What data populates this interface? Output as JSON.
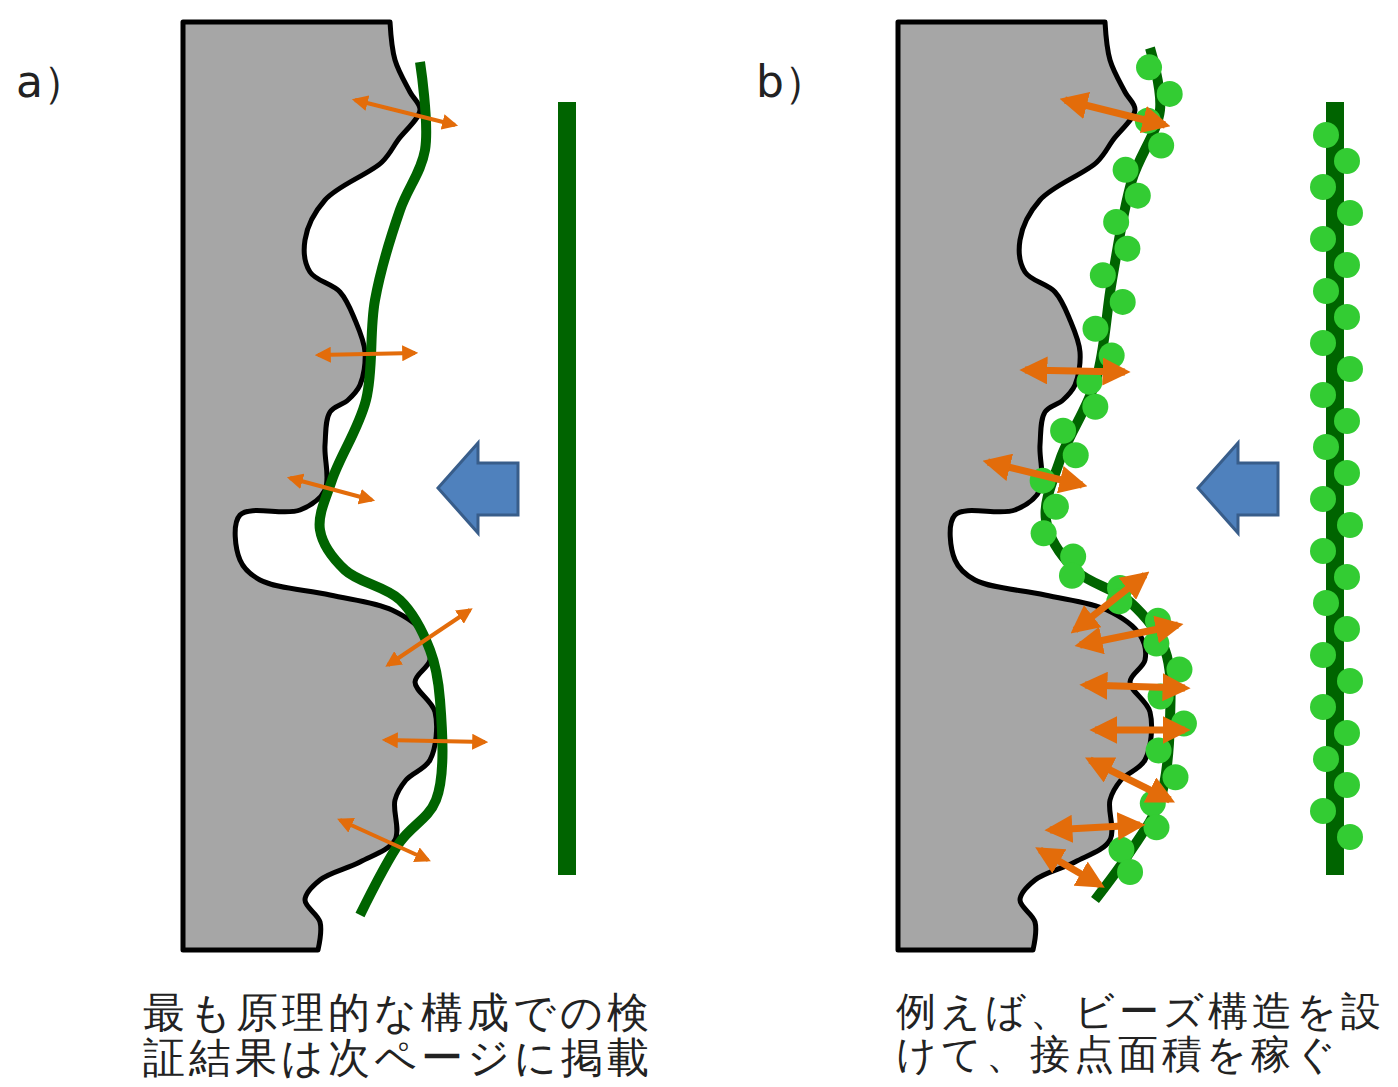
{
  "diagram": {
    "labels": [
      "a）",
      "b）",
      "最も原理的な構成での検 証結果は次ページに掲載",
      "例えば、ビーズ構造を設 けて、接点面積を稼ぐ"
    ]
  }
}
